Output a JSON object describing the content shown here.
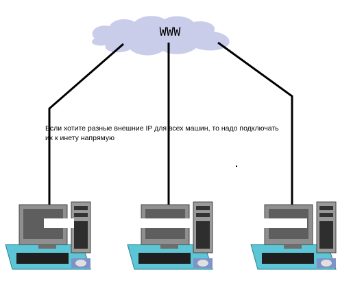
{
  "cloud": {
    "label": "WWW",
    "color": "#c9cdea"
  },
  "note": {
    "line1": "Если хотите разные внешние  IP для всех машин, то надо подключать",
    "line2": "их к инету напрямую"
  },
  "computers": [
    {
      "icon": "desktop-computer-icon"
    },
    {
      "icon": "desktop-computer-icon"
    },
    {
      "icon": "desktop-computer-icon"
    }
  ],
  "colors": {
    "link": "#000000",
    "desk": "#5cc6d6",
    "monitor": "#8f8f8f",
    "screen": "#5e5e5e",
    "tower": "#9a9a9a",
    "mouse_pad": "#7f93c9"
  }
}
